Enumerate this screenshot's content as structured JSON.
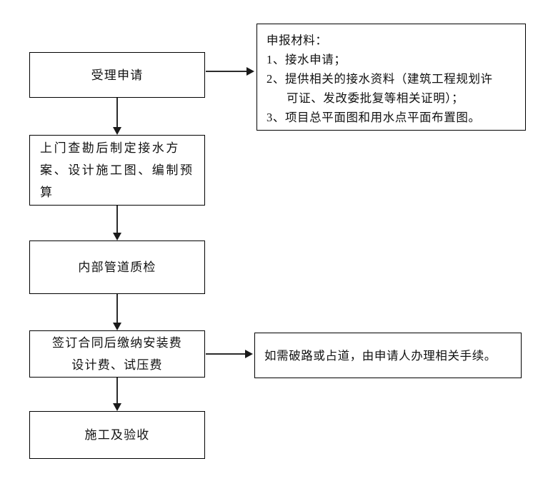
{
  "flow": {
    "nodes": [
      {
        "id": "receive",
        "label": "受理申请"
      },
      {
        "id": "survey",
        "label": "上门查勘后制定接水方\n案、设计施工图、编制预\n算"
      },
      {
        "id": "quality",
        "label": "内部管道质检"
      },
      {
        "id": "contract",
        "label": "签订合同后缴纳安装费\n设计费、试压费"
      },
      {
        "id": "construct",
        "label": "施工及验收"
      }
    ],
    "notes": {
      "materials": {
        "title": "申报材料：",
        "items": [
          "1、接水申请；",
          "2、提供相关的接水资料（建筑工程规划许",
          "可证、发改委批复等相关证明）；",
          "3、项目总平面图和用水点平面布置图。"
        ]
      },
      "road": {
        "text": "如需破路或占道，由申请人办理相关手续。"
      }
    },
    "colors": {
      "line": "#2b2b2b",
      "border": "#000000",
      "text": "#111111",
      "background": "#ffffff"
    }
  }
}
